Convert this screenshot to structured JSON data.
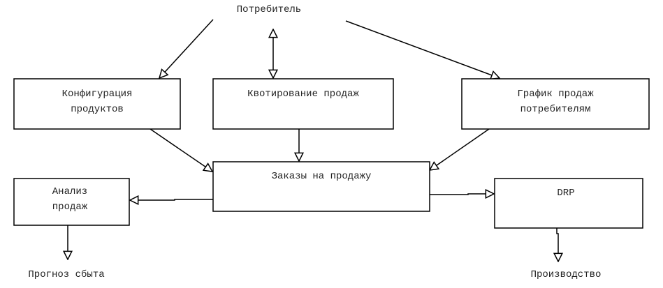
{
  "nodes": {
    "consumer": "Потребитель",
    "config": [
      "Конфигурация",
      "продуктов"
    ],
    "quoting": "Квотирование продаж",
    "schedule": [
      "График продаж",
      "потребителям"
    ],
    "orders": "Заказы на продажу",
    "analysis": [
      "Анализ",
      "продаж"
    ],
    "drp": "DRP",
    "forecast": "Прогноз сбыта",
    "production": "Производство"
  },
  "colors": {
    "line": "#000000",
    "text": "#222222",
    "background": "#ffffff"
  }
}
